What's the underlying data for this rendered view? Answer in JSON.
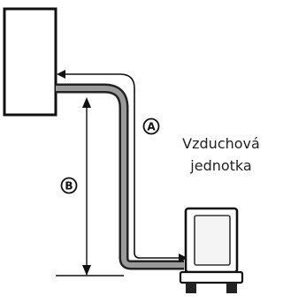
{
  "diagram": {
    "markers": {
      "a": "A",
      "b": "B"
    },
    "caption": {
      "line1": "Vzduchová",
      "line2": "jednotka"
    }
  }
}
